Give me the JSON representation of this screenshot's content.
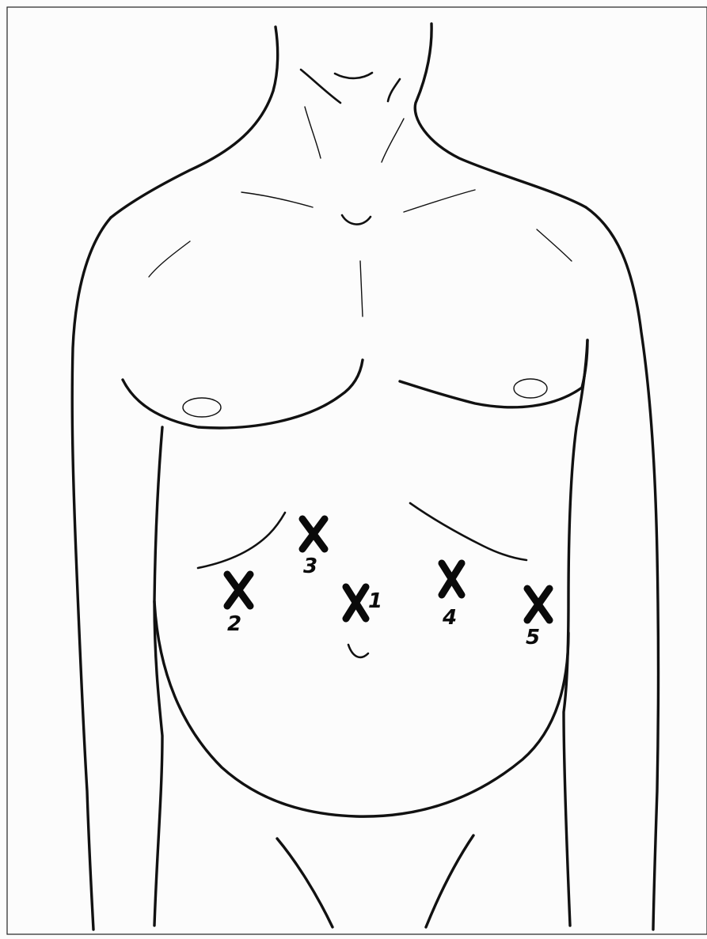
{
  "figure": {
    "subject": "torso-outline",
    "line_color": "#111111",
    "background_color": "#fcfcfc"
  },
  "markers": [
    {
      "id": "marker-1",
      "label": "1"
    },
    {
      "id": "marker-2",
      "label": "2"
    },
    {
      "id": "marker-3",
      "label": "3"
    },
    {
      "id": "marker-4",
      "label": "4"
    },
    {
      "id": "marker-5",
      "label": "5"
    }
  ]
}
